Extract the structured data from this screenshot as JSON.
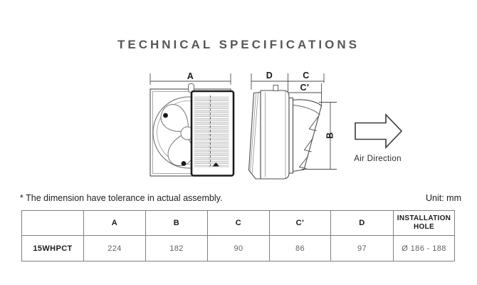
{
  "page": {
    "title": "TECHNICAL SPECIFICATIONS"
  },
  "diagram": {
    "labels": {
      "a": "A",
      "b": "B",
      "c": "C",
      "c_prime": "C'",
      "d": "D"
    },
    "air_direction": "Air Direction"
  },
  "note": {
    "tolerance": "* The dimension have tolerance in actual assembly.",
    "unit": "Unit: mm"
  },
  "table": {
    "headers": [
      "",
      "A",
      "B",
      "C",
      "C'",
      "D",
      "INSTALLATION HOLE"
    ],
    "rows": [
      {
        "model": "15WHPCT",
        "values": [
          "224",
          "182",
          "90",
          "86",
          "97",
          "Ø 186 - 188"
        ]
      }
    ]
  },
  "colors": {
    "title_text": "#56575b",
    "drawing_line": "#4d4d4d",
    "shutter_border": "#1c1c1c",
    "louver_fill": "#e7e7e7",
    "table_border": "#7f7f7f",
    "value_text": "#636363"
  }
}
